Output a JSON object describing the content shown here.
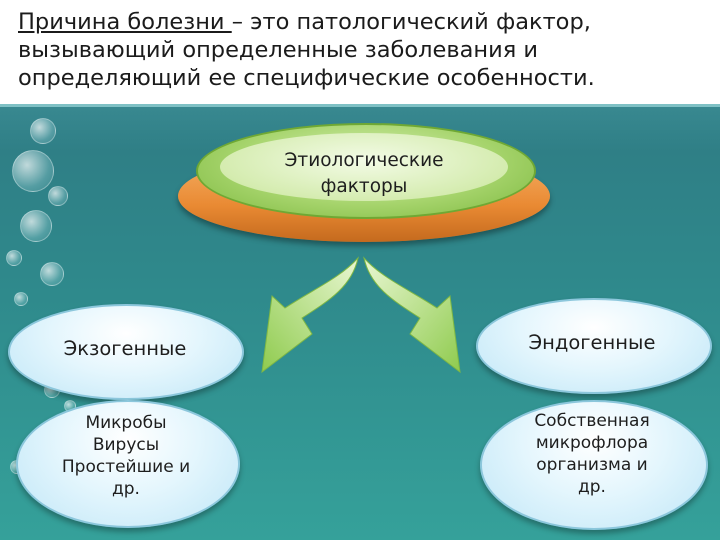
{
  "header": {
    "lead": "Причина болезни ",
    "rest": "– это патологический фактор, вызывающий определенные заболевания и определяющий ее специфические особенности."
  },
  "diagram": {
    "center": {
      "line1": "Этиологические",
      "line2": "факторы"
    },
    "left": {
      "title": "Экзогенные",
      "items": [
        "Микробы",
        "Вирусы",
        "Простейшие и",
        "др."
      ]
    },
    "right": {
      "title": "Эндогенные",
      "items": [
        "Собственная",
        "микрофлора",
        "организма и",
        "др."
      ]
    }
  },
  "colors": {
    "arrow": "#9ed65c",
    "disc_top": "#a6d46c",
    "disc_base": "#e98a33",
    "oval": "#d9f1fb"
  }
}
